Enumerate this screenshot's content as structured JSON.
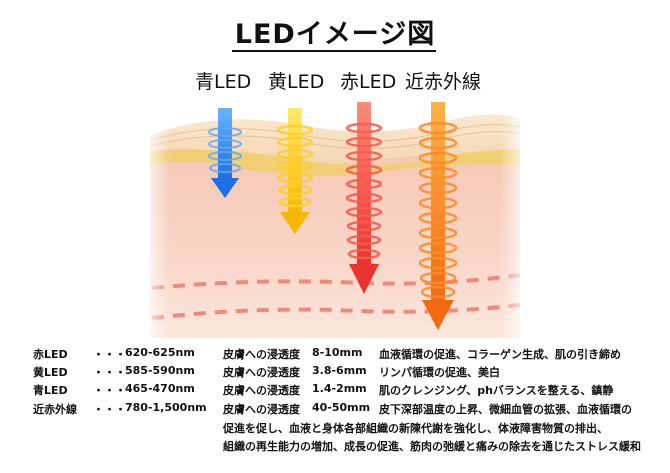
{
  "title": "LEDイメージ図",
  "leds": [
    {
      "label": "青LED",
      "color": "#1f6fe0"
    },
    {
      "label": "黄LED",
      "color": "#f5b800"
    },
    {
      "label": "赤LED",
      "color": "#e8332e"
    },
    {
      "label": "近赤外線",
      "color": "#f07a1c"
    }
  ],
  "table": {
    "rows": [
      {
        "name": "赤LED",
        "dots": "・・・",
        "range": "620-625nm",
        "depth_label": "皮膚への浸透度",
        "depth": "8-10mm",
        "effect": "血液循環の促進、コラーゲン生成、肌の引き締め"
      },
      {
        "name": "黄LED",
        "dots": "・・・",
        "range": "585-590nm",
        "depth_label": "皮膚への浸透度",
        "depth": "3.8-6mm",
        "effect": "リンパ循環の促進、美白"
      },
      {
        "name": "青LED",
        "dots": "・・・",
        "range": "465-470nm",
        "depth_label": "皮膚への浸透度",
        "depth": "1.4-2mm",
        "effect": "肌のクレンジング、phバランスを整える、鎮静"
      },
      {
        "name": "近赤外線",
        "dots": "・・・",
        "range": "780-1,500nm",
        "depth_label": "皮膚への浸透度",
        "depth": "40-50mm",
        "effect": "皮下深部温度の上昇、微細血管の拡張、血液循環の"
      }
    ],
    "continuation": [
      "促進を促し、血液と身体各部組織の新陳代謝を強化し、体液障害物質の排出、",
      "組織の再生能力の増加、成長の促進、筋肉の弛緩と痛みの除去を通じたストレス緩和"
    ]
  }
}
